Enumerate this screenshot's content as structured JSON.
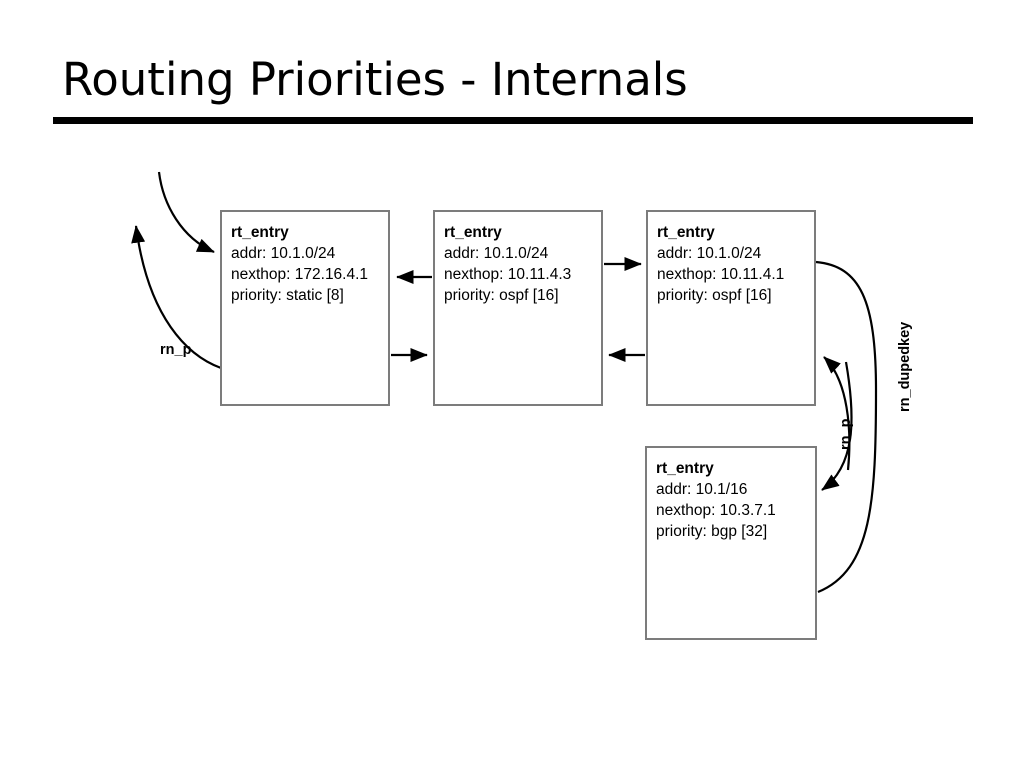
{
  "slide": {
    "title": "Routing Priorities - Internals",
    "background_color": "#ffffff",
    "rule_color": "#000000"
  },
  "diagram": {
    "type": "linked-list-node-diagram",
    "node_border_color": "#7c7c7c",
    "edge_color": "#000000",
    "nodes": [
      {
        "id": "node-1",
        "struct": "rt_entry",
        "fields": [
          "addr: 10.1.0/24",
          "nexthop: 172.16.4.1",
          "priority: static [8]"
        ],
        "addr": "10.1.0/24",
        "nexthop": "172.16.4.1",
        "priority": "static [8]"
      },
      {
        "id": "node-2",
        "struct": "rt_entry",
        "fields": [
          "addr: 10.1.0/24",
          "nexthop: 10.11.4.3",
          "priority: ospf [16]"
        ],
        "addr": "10.1.0/24",
        "nexthop": "10.11.4.3",
        "priority": "ospf [16]"
      },
      {
        "id": "node-3",
        "struct": "rt_entry",
        "fields": [
          "addr: 10.1.0/24",
          "nexthop: 10.11.4.1",
          "priority: ospf [16]"
        ],
        "addr": "10.1.0/24",
        "nexthop": "10.11.4.1",
        "priority": "ospf [16]"
      },
      {
        "id": "node-4",
        "struct": "rt_entry",
        "fields": [
          "addr: 10.1/16",
          "nexthop: 10.3.7.1",
          "priority: bgp [32]"
        ],
        "addr": "10.1/16",
        "nexthop": "10.3.7.1",
        "priority": "bgp [32]"
      }
    ],
    "labels": {
      "left_rn_p": "rn_p",
      "right_rn_p": "rn_p",
      "rn_dupedkey": "rn_dupedkey"
    }
  }
}
